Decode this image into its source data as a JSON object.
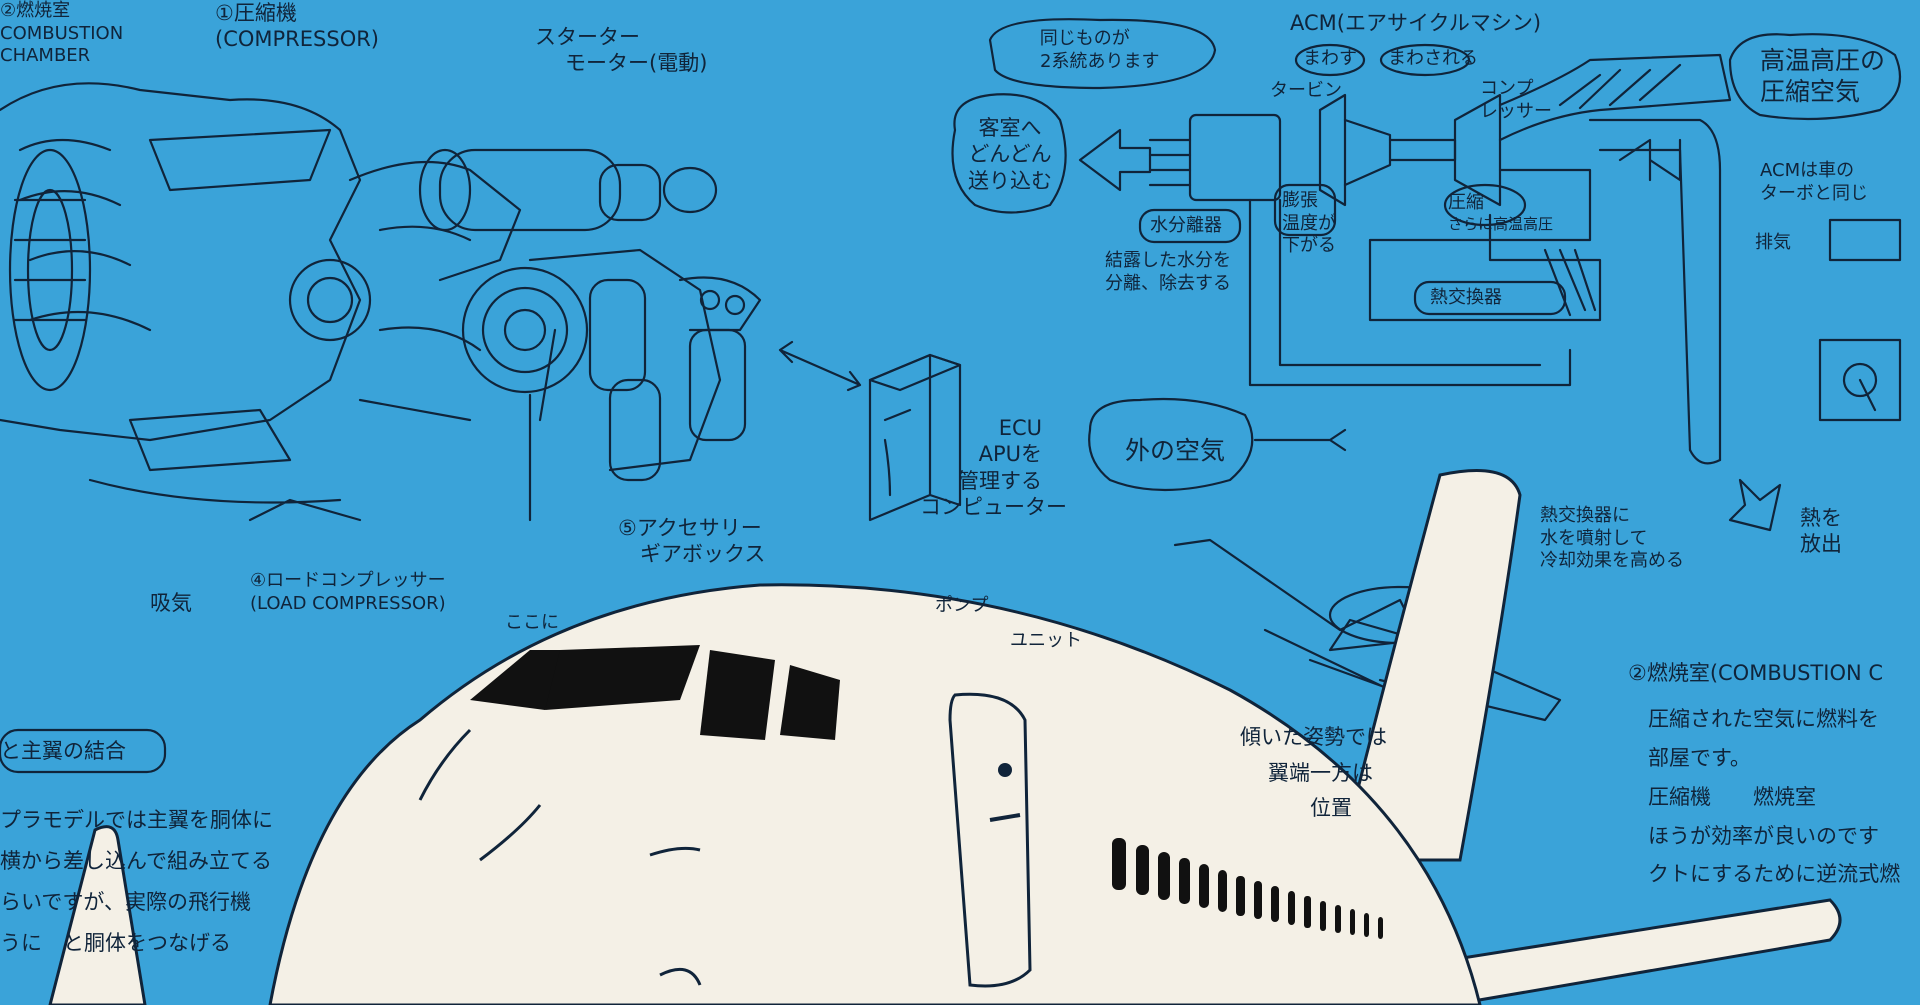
{
  "colors": {
    "blueprint": "#3aa3d9",
    "ink": "#10243a",
    "plane_body": "#f4f0e6",
    "window": "#111111"
  },
  "labels": {
    "combustion_chamber": [
      "②燃焼室",
      "COMBUSTION",
      "CHAMBER"
    ],
    "compressor": [
      "①圧縮機",
      "(COMPRESSOR)"
    ],
    "starter_motor": [
      "スターター",
      "モーター(電動)"
    ],
    "two_systems": [
      "同じものが",
      "2系統あります"
    ],
    "acm": "ACM(エアサイクルマシン)",
    "spin": "まわす",
    "spun": "まわされる",
    "turbine": "タービン",
    "compressor_kana": [
      "コンプ",
      "レッサー"
    ],
    "hot_air": [
      "高温高圧の",
      "圧縮空気"
    ],
    "to_cabin": [
      "客室へ",
      "どんどん",
      "送り込む"
    ],
    "acm_turbo": [
      "ACMは車の",
      "ターボと同じ"
    ],
    "exhaust": "排気",
    "expand": [
      "膨張",
      "温度が",
      "下がる"
    ],
    "compress": [
      "圧縮",
      "さらに高温高圧"
    ],
    "water_separator": "水分離器",
    "water_desc": [
      "結露した水分を",
      "分離、除去する"
    ],
    "heat_exchanger": "熱交換器",
    "ecu": [
      "ECU",
      "APUを",
      "管理する",
      "コンピューター"
    ],
    "outside_air": "外の空気",
    "spray": [
      "熱交換器に",
      "水を噴射して",
      "冷却効果を高める"
    ],
    "release_heat": [
      "熱を",
      "放出"
    ],
    "accessory": [
      "⑤アクセサリー",
      "ギアボックス"
    ],
    "load_compressor": [
      "④ロードコンプレッサー",
      "(LOAD COMPRESSOR)"
    ],
    "intake": "吸気",
    "wing_title": "と主翼の結合",
    "wing_text": [
      "プラモデルでは主翼を胴体に",
      "横から差し込んで組み立てる",
      "らいですが、実際の飛行機",
      "うに　と胴体をつなげる"
    ],
    "pump": "ポンプ",
    "unit": "ユニット",
    "here": "ここに",
    "tilt_text": [
      "傾いた姿勢では",
      "翼端一方は",
      "位置"
    ],
    "combustion_title": "②燃焼室(COMBUSTION C",
    "combustion_text": [
      "圧縮された空気に燃料を",
      "部屋です。",
      "圧縮機　　燃焼室",
      "ほうが効率が良いのです",
      "クトにするために逆流式燃"
    ]
  }
}
